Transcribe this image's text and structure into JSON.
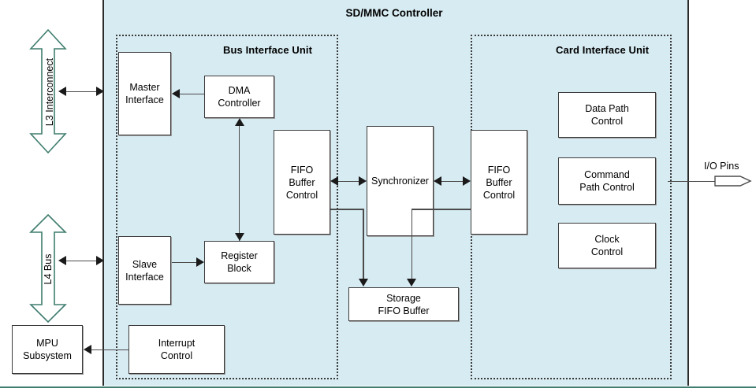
{
  "diagram": {
    "title": "SD/MMC Controller",
    "units": [
      {
        "id": "bus-interface-unit",
        "label": "Bus Interface Unit"
      },
      {
        "id": "card-interface-unit",
        "label": "Card Interface Unit"
      }
    ],
    "blocks": {
      "master_interface": {
        "line1": "Master",
        "line2": "Interface"
      },
      "dma_controller": {
        "line1": "DMA",
        "line2": "Controller"
      },
      "slave_interface": {
        "line1": "Slave",
        "line2": "Interface"
      },
      "register_block": {
        "line1": "Register",
        "line2": "Block"
      },
      "interrupt_control": {
        "line1": "Interrupt",
        "line2": "Control"
      },
      "fifo_buffer_control_bus": {
        "line1": "FIFO",
        "line2": "Buffer",
        "line3": "Control"
      },
      "synchronizer": {
        "line1": "Synchronizer"
      },
      "fifo_buffer_control_card": {
        "line1": "FIFO",
        "line2": "Buffer",
        "line3": "Control"
      },
      "storage_fifo_buffer": {
        "line1": "Storage",
        "line2": "FIFO Buffer"
      },
      "data_path_control": {
        "line1": "Data Path",
        "line2": "Control"
      },
      "command_path_control": {
        "line1": "Command",
        "line2": "Path Control"
      },
      "clock_control": {
        "line1": "Clock",
        "line2": "Control"
      },
      "mpu_subsystem": {
        "line1": "MPU",
        "line2": "Subsystem"
      }
    },
    "external": {
      "l3_interconnect": "L3 Interconnect",
      "l4_bus": "L4 Bus",
      "io_pins": "I/O Pins"
    },
    "colors": {
      "region_fill": "#d7ebf2",
      "region_border": "#2b2b2b",
      "unit_border": "#3a3a3a",
      "block_fill": "#ffffff",
      "block_border": "#3b3b3b",
      "connector": "#4a4a4a",
      "bus_arrow_stroke": "#3f7d6e",
      "bottom_rule": "#3f7d6e"
    }
  }
}
